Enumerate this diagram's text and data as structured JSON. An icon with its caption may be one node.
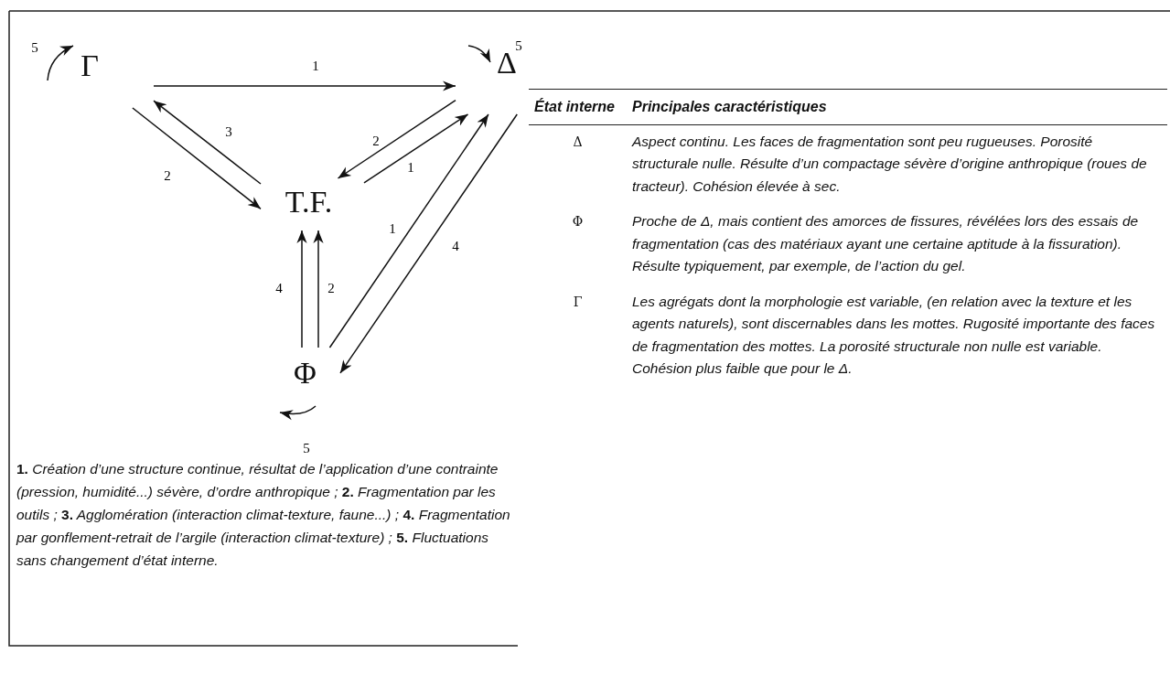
{
  "diagram": {
    "caption": "**1.** Création d’une structure continue, résultat de l’application d’une contrainte (pression, humidité...) sévère, d’ordre anthropique ; **2.** Fragmentation par les outils ; **3.** Agglomération (interaction climat-texture, faune...) ; **4.** Fragmentation par gonflement-retrait de l’argile (interaction climat-texture) ; **5.** Fluctuations sans changement d’état interne.",
    "nodes": [
      {
        "text": [
          "Γ"
        ]
      },
      {
        "text": [
          "Δ"
        ]
      },
      {
        "text": [
          "T.F."
        ]
      },
      {
        "text": [
          "Φ"
        ]
      }
    ],
    "edges": [
      {
        "from": 0,
        "to": 1,
        "arrow": "to",
        "label": "1"
      },
      {
        "from": 2,
        "to": 0,
        "arrow": "to",
        "label": "3"
      },
      {
        "from": 0,
        "to": 2,
        "arrow": "to",
        "label": "2"
      },
      {
        "from": 1,
        "to": 2,
        "arrow": "to",
        "label": "2"
      },
      {
        "from": 2,
        "to": 1,
        "arrow": "to",
        "label": "1"
      },
      {
        "from": 3,
        "to": 2,
        "arrow": "to",
        "label": "4"
      },
      {
        "from": 3,
        "to": 2,
        "arrow": "to",
        "label": "2"
      },
      {
        "from": 3,
        "to": 1,
        "arrow": "to",
        "label": "1"
      },
      {
        "from": 1,
        "to": 3,
        "arrow": "to",
        "label": "4"
      }
    ],
    "labels": [
      "5",
      "5",
      "5",
      "État interne",
      "Principales caractéristiques",
      "Δ",
      "Aspect continu. Les faces de fragmentation sont peu rugueuses. Porosité structurale nulle. Résulte d’un compactage sévère d’origine anthropique (roues de tracteur). Cohésion élevée à sec.",
      "Φ",
      "Proche de Δ, mais contient des amorces de fissures, révélées lors des essais de fragmentation (cas des matériaux ayant une certaine aptitude à la fissuration). Résulte typiquement, par exemple, de l’action du gel.",
      "Γ",
      "Les agrégats dont la morphologie est variable, (en relation avec la texture et les agents naturels), sont discernables dans les mottes. Rugosité importante des faces de fragmentation des mottes. La porosité structurale non nulle est variable. Cohésion plus faible que pour le Δ."
    ]
  }
}
